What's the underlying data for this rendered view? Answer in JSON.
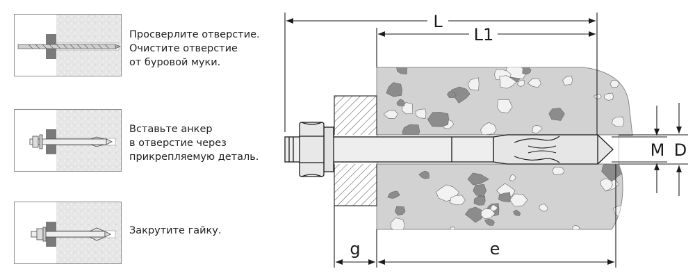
{
  "steps": [
    {
      "text": "Просверлите отверстие.\nОчистите отверстие\nот буровой муки."
    },
    {
      "text": "Вставьте анкер\nв отверстие через\nприкрепляемую деталь."
    },
    {
      "text": "Закрутите гайку."
    }
  ],
  "dimensions": {
    "L": "L",
    "L1": "L1",
    "g": "g",
    "e": "e",
    "M": "M",
    "D": "D"
  },
  "colors": {
    "concrete": "#d2d2d2",
    "aggregate_dark": "#8c8c8c",
    "aggregate_light": "#f2f2f2",
    "plate_hatch": "#555555",
    "bolt": "#e8e8e8",
    "line": "#1a1a1a"
  }
}
